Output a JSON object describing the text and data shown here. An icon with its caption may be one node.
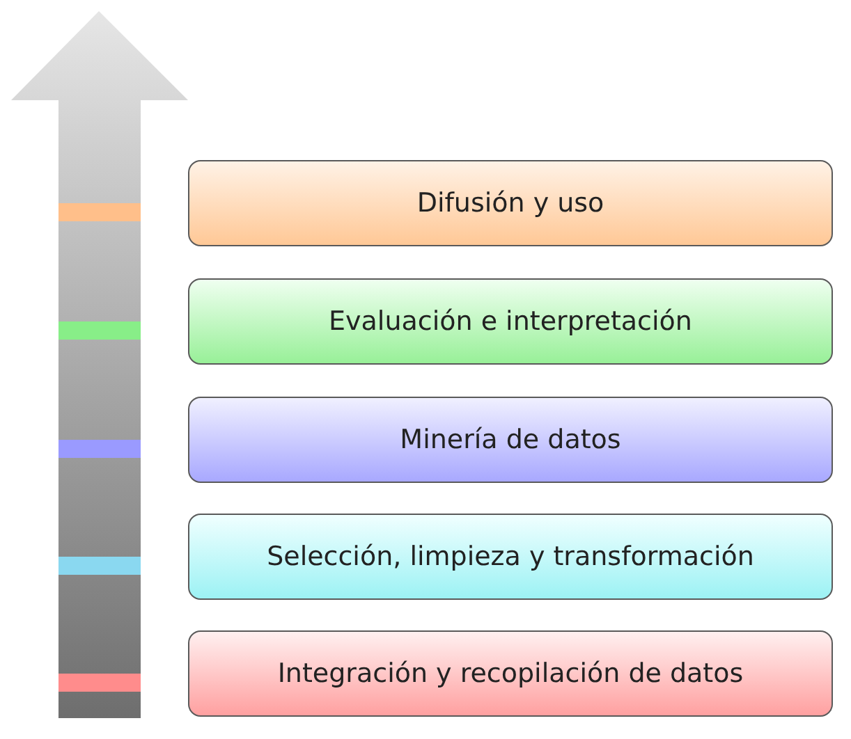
{
  "diagram": {
    "nodes": [
      {
        "text": [
          "Difusión y uso"
        ]
      },
      {
        "text": [
          "Evaluación e interpretación"
        ]
      },
      {
        "text": [
          "Minería de datos"
        ]
      },
      {
        "text": [
          "Selección, limpieza y transformación"
        ]
      },
      {
        "text": [
          "Integración y recopilación de datos"
        ]
      }
    ]
  }
}
